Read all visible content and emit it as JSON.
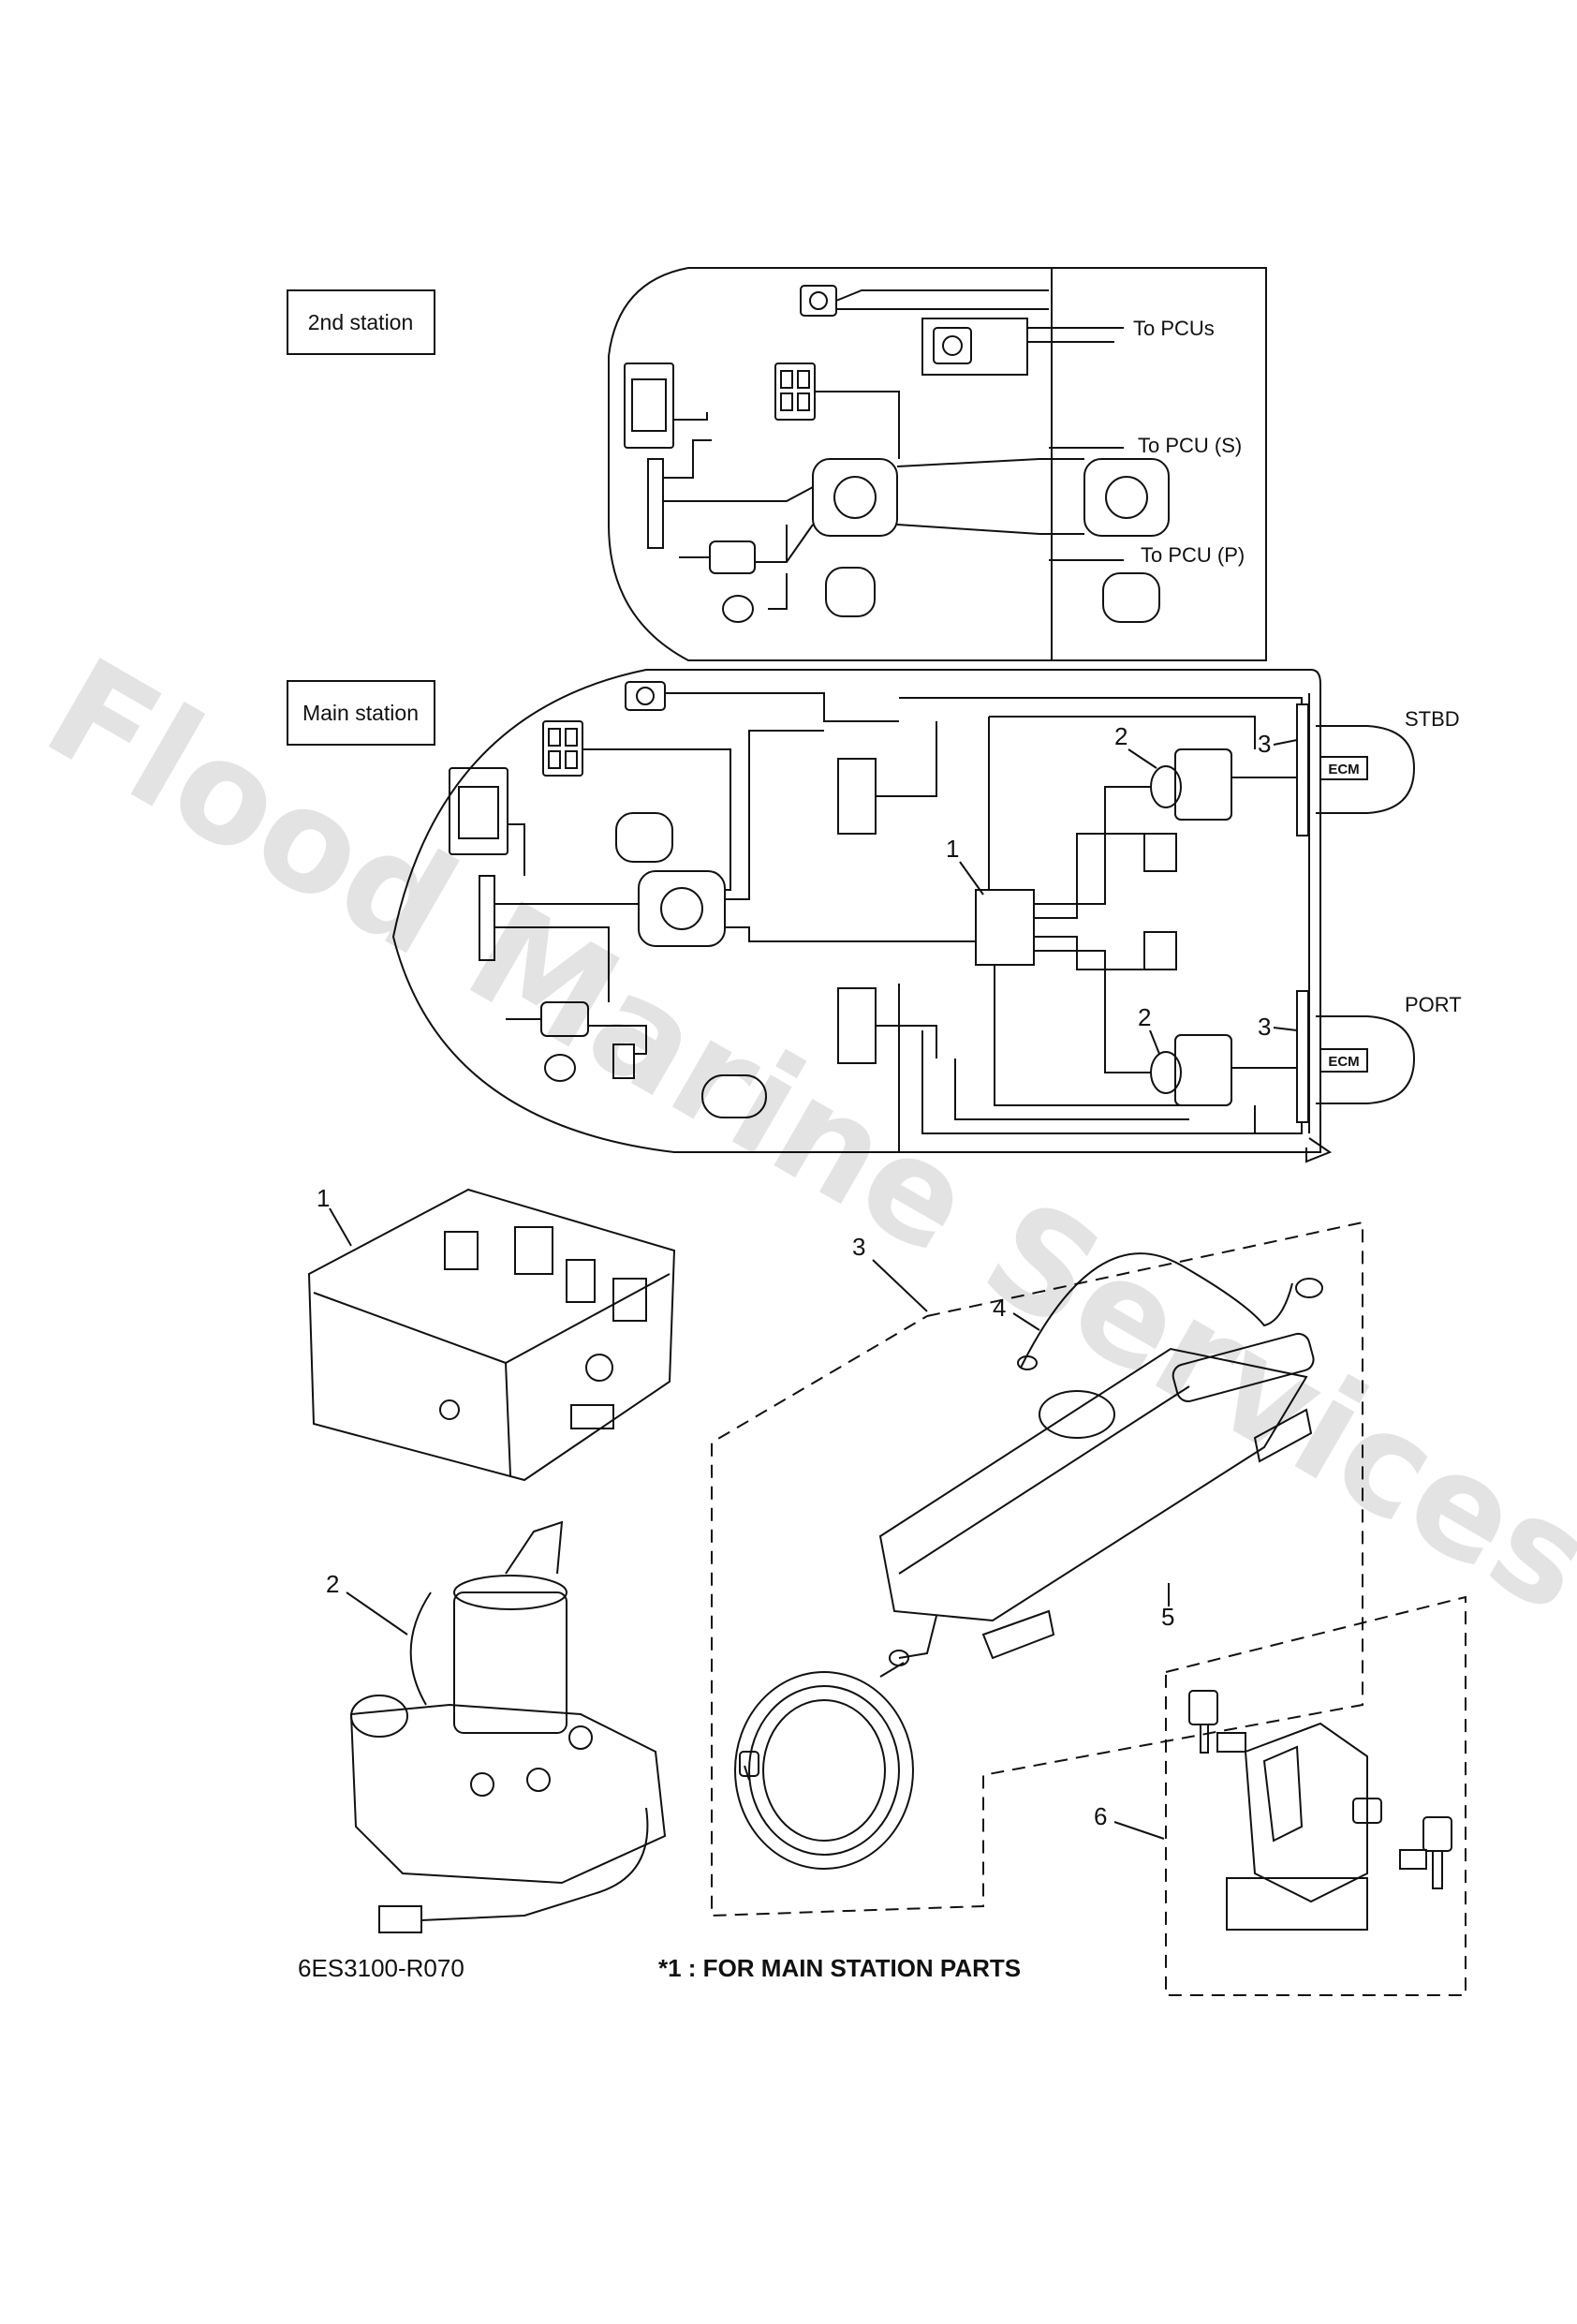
{
  "stations": {
    "second": "2nd station",
    "main": "Main station"
  },
  "destinations": {
    "to_pcus": "To PCUs",
    "to_pcu_s": "To PCU (S)",
    "to_pcu_p": "To PCU (P)",
    "stbd": "STBD",
    "port": "PORT",
    "ecm": "ECM"
  },
  "callouts": [
    "1",
    "2",
    "3",
    "4",
    "5",
    "6"
  ],
  "footer": {
    "diagram_code": "6ES3100-R070",
    "note": "*1 : FOR MAIN STATION PARTS"
  },
  "watermark": "Flood Marine Services"
}
